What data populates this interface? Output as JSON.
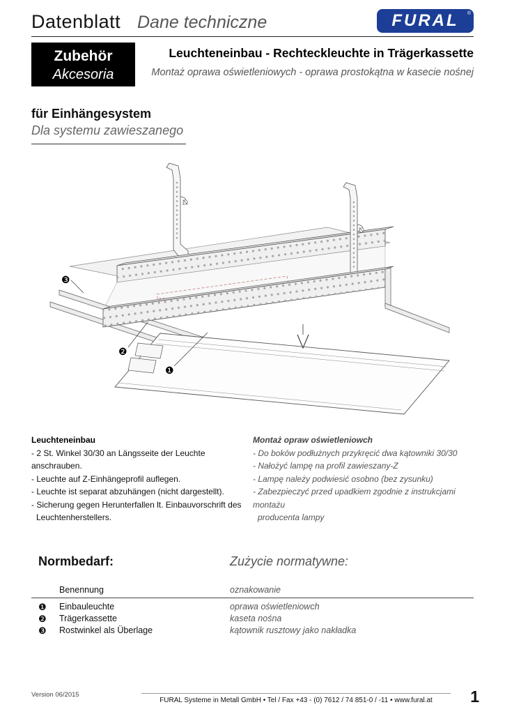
{
  "header": {
    "title_de": "Datenblatt",
    "title_pl": "Dane techniczne",
    "logo_text": "FURAL",
    "logo_reg": "®",
    "logo_color": "#1c3e96"
  },
  "category": {
    "de": "Zubehör",
    "pl": "Akcesoria"
  },
  "title": {
    "de": "Leuchteneinbau - Rechteckleuchte in Trägerkassette",
    "pl": "Montaż oprawa oświetleniowych - oprawa prostokątna w kasecie nośnej"
  },
  "system": {
    "de": "für Einhängesystem",
    "pl": "Dla systemu zawieszanego"
  },
  "drawing": {
    "callout_1": "❶",
    "callout_2": "❷",
    "callout_3": "❸"
  },
  "instructions": {
    "de": {
      "heading": "Leuchteneinbau",
      "lines": [
        "- 2 St. Winkel 30/30 an Längsseite der Leuchte anschrauben.",
        "- Leuchte auf Z-Einhängeprofil auflegen.",
        "- Leuchte ist separat abzuhängen (nicht dargestellt).",
        "- Sicherung gegen Herunterfallen lt. Einbauvorschrift des",
        "Leuchtenherstellers."
      ]
    },
    "pl": {
      "heading": "Montaż opraw oświetleniowch",
      "lines": [
        "- Do boków podłużnych przykręcić dwa kątowniki 30/30",
        "- Nałożyć lampę na profil zawieszany-Z",
        "- Lampę należy podwiesić osobno (bez zysunku)",
        "- Zabezpieczyć przed upadkiem zgodnie z instrukcjami montażu",
        "producenta lampy"
      ]
    }
  },
  "norm": {
    "title_de": "Normbedarf:",
    "title_pl": "Zużycie normatywne:",
    "col_de": "Benennung",
    "col_pl": "oznakowanie",
    "rows": [
      {
        "num": "❶",
        "de": "Einbauleuchte",
        "pl": "oprawa oświetleniowch"
      },
      {
        "num": "❷",
        "de": "Trägerkassette",
        "pl": "kaseta nośna"
      },
      {
        "num": "❸",
        "de": "Rostwinkel als Überlage",
        "pl": "kątownik rusztowy jako nakładka"
      }
    ]
  },
  "footer": {
    "version": "Version 06/2015",
    "company_line": "FURAL Systeme in Metall GmbH • Tel / Fax +43 - (0) 7612 / 74 851-0 / -11 • www.fural.at",
    "page": "1"
  }
}
